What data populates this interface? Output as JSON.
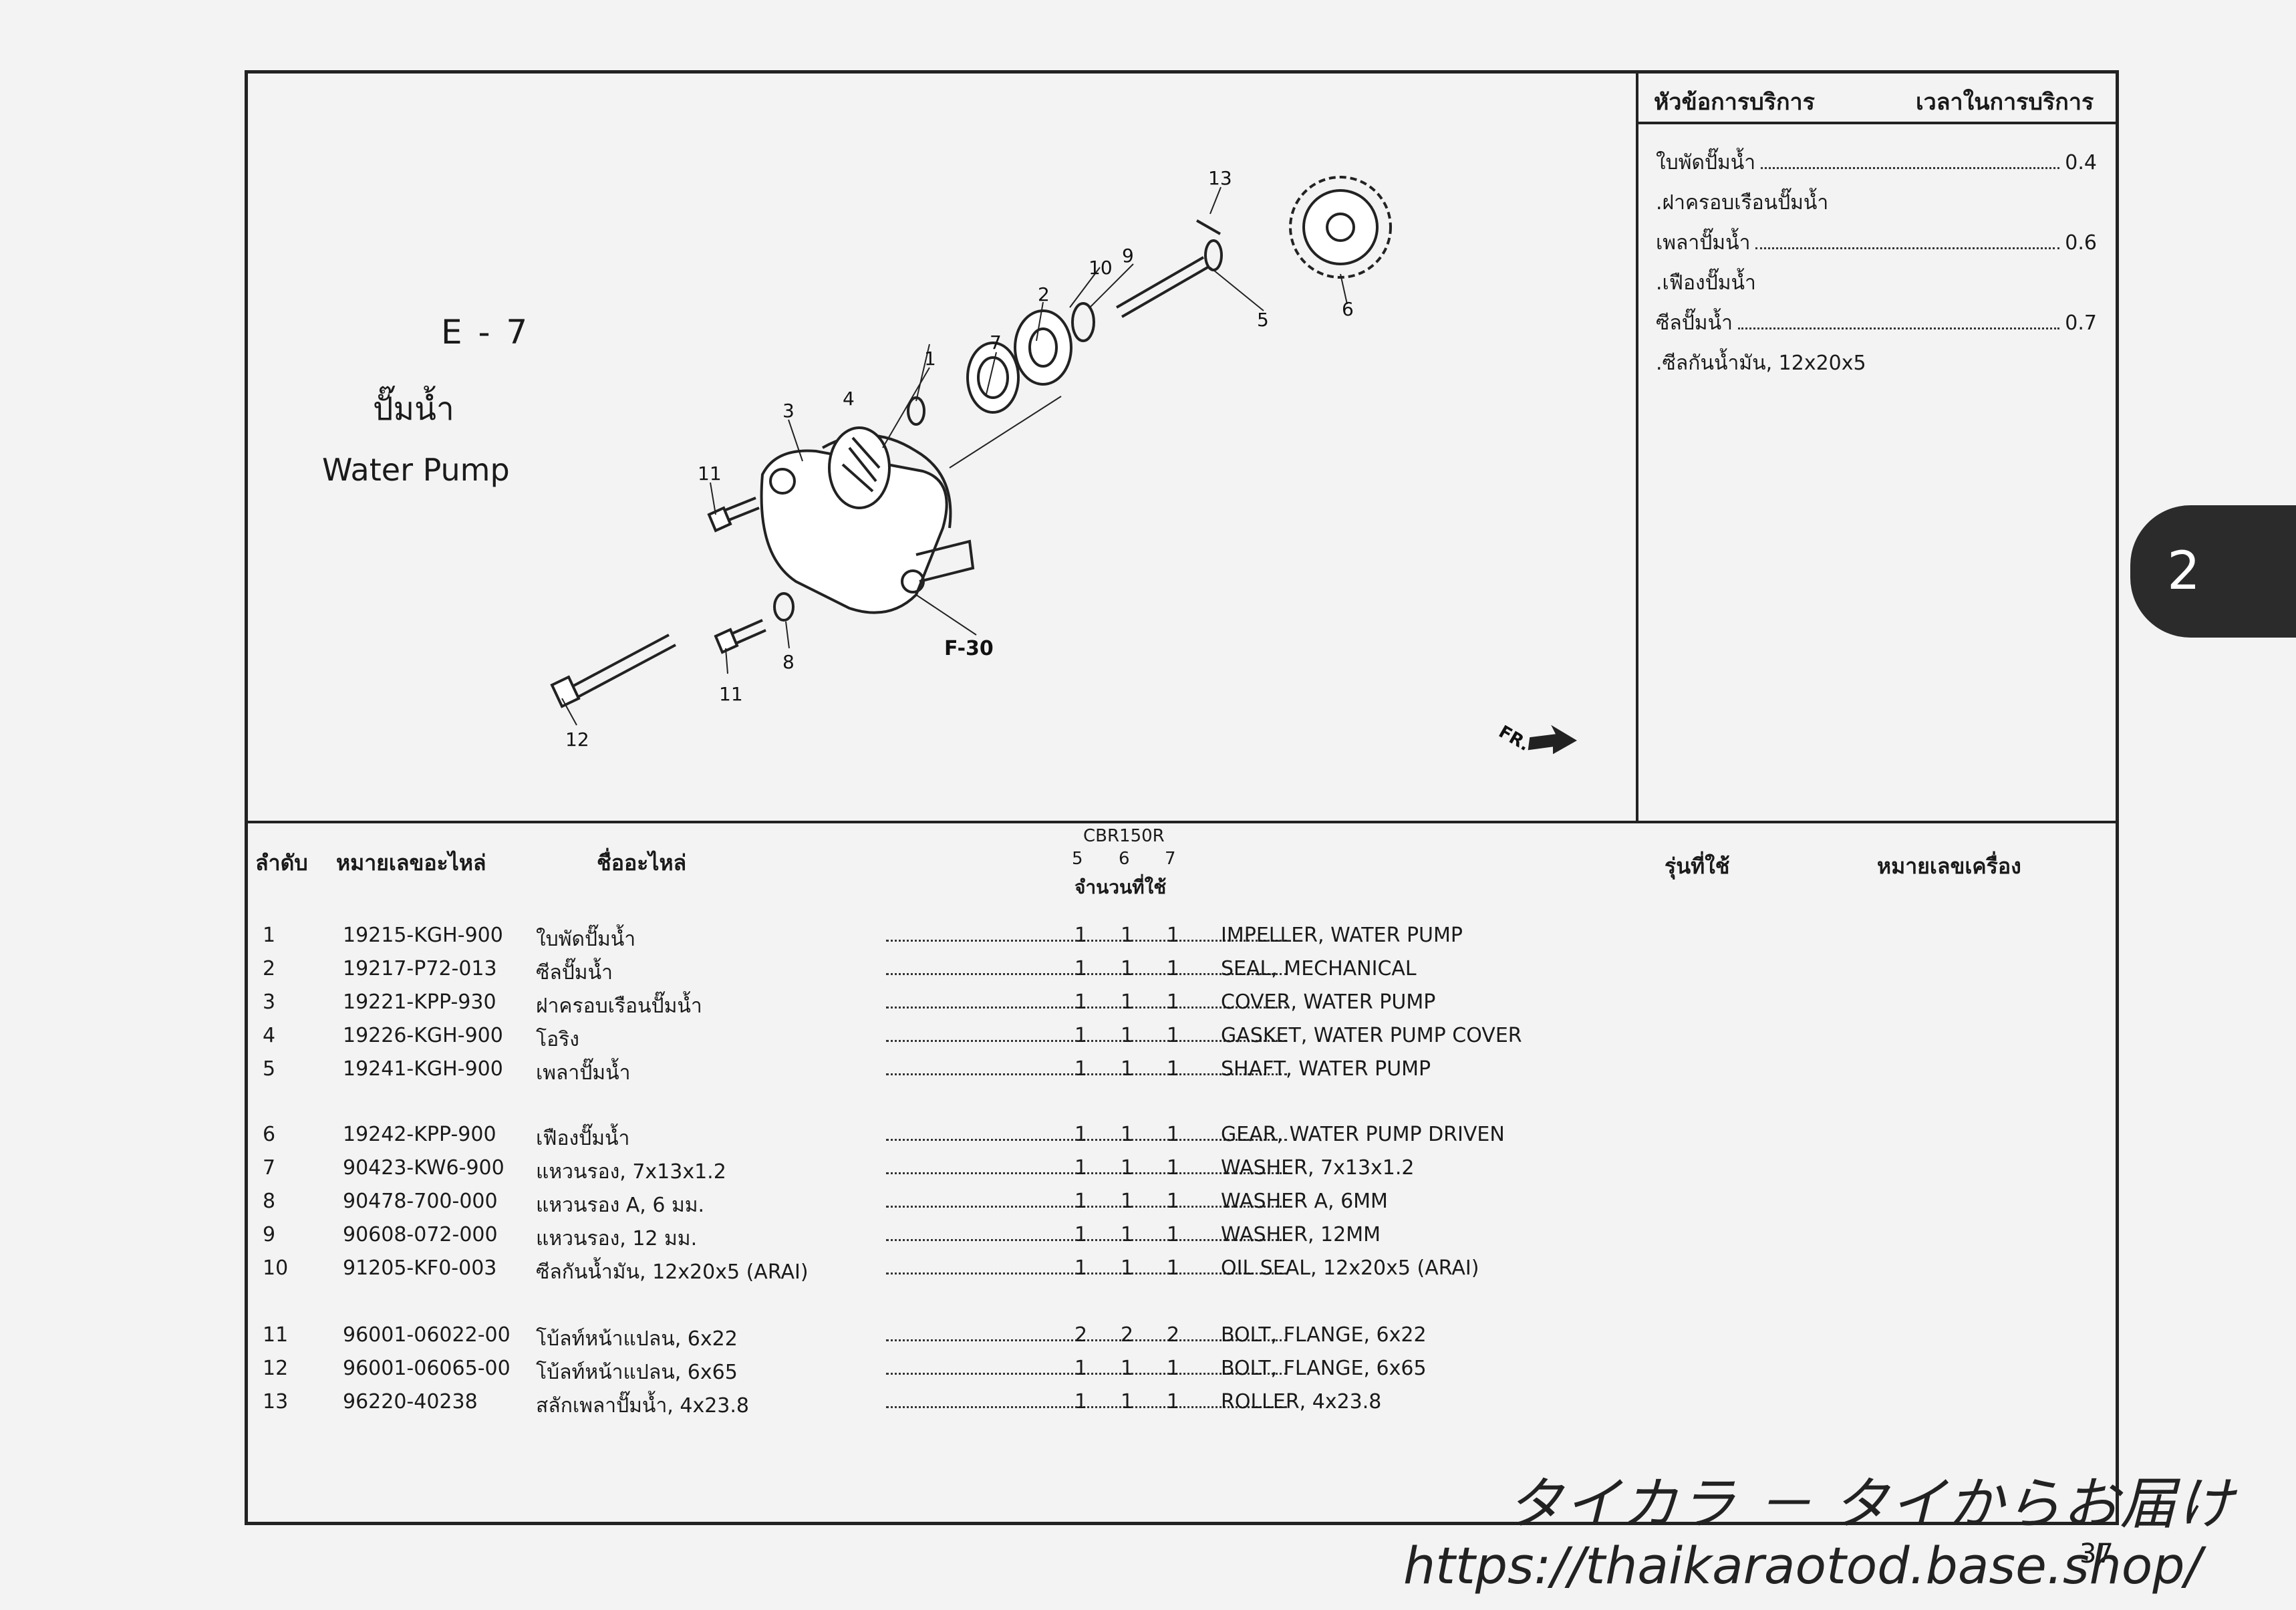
{
  "diagram": {
    "code": "E - 7",
    "title_th": "ปั๊มน้ำ",
    "title_en": "Water Pump",
    "ref": "F-30",
    "fr": "FR.",
    "callouts": [
      "13",
      "10",
      "9",
      "2",
      "5",
      "6",
      "7",
      "1",
      "3",
      "4",
      "11",
      "8",
      "11",
      "12"
    ]
  },
  "service": {
    "head_item": "หัวข้อการบริการ",
    "head_time": "เวลาในการบริการ",
    "rows": [
      {
        "label": "ใบพัดปั๊มน้ำ",
        "time": "0.4"
      },
      {
        "label": ".ฝาครอบเรือนปั๊มน้ำ",
        "time": ""
      },
      {
        "label": "เพลาปั๊มน้ำ",
        "time": "0.6"
      },
      {
        "label": ".เฟืองปั๊มน้ำ",
        "time": ""
      },
      {
        "label": "ซีลปั๊มน้ำ",
        "time": "0.7"
      },
      {
        "label": ".ซีลกันน้ำมัน, 12x20x5",
        "time": ""
      }
    ]
  },
  "section_tab": "2",
  "table": {
    "h_no": "ลำดับ",
    "h_partno": "หมายเลขอะไหล่",
    "h_name": "ชื่ออะไหล่",
    "h_model": "CBR150R",
    "h_cols": [
      "5",
      "6",
      "7"
    ],
    "h_qty": "จำนวนที่ใช้",
    "h_used": "รุ่นที่ใช้",
    "h_engine": "หมายเลขเครื่อง",
    "rows": [
      {
        "no": "1",
        "part": "19215-KGH-900",
        "th": "ใบพัดปั๊มน้ำ",
        "q": [
          "1",
          "1",
          "1"
        ],
        "en": "IMPELLER, WATER PUMP"
      },
      {
        "no": "2",
        "part": "19217-P72-013",
        "th": "ซีลปั๊มน้ำ",
        "q": [
          "1",
          "1",
          "1"
        ],
        "en": "SEAL, MECHANICAL"
      },
      {
        "no": "3",
        "part": "19221-KPP-930",
        "th": "ฝาครอบเรือนปั๊มน้ำ",
        "q": [
          "1",
          "1",
          "1"
        ],
        "en": "COVER, WATER PUMP"
      },
      {
        "no": "4",
        "part": "19226-KGH-900",
        "th": "โอริง",
        "q": [
          "1",
          "1",
          "1"
        ],
        "en": "GASKET, WATER PUMP COVER"
      },
      {
        "no": "5",
        "part": "19241-KGH-900",
        "th": "เพลาปั๊มน้ำ",
        "q": [
          "1",
          "1",
          "1"
        ],
        "en": "SHAFT, WATER PUMP"
      },
      {
        "no": "6",
        "part": "19242-KPP-900",
        "th": "เฟืองปั๊มน้ำ",
        "q": [
          "1",
          "1",
          "1"
        ],
        "en": "GEAR, WATER PUMP DRIVEN"
      },
      {
        "no": "7",
        "part": "90423-KW6-900",
        "th": "แหวนรอง, 7x13x1.2",
        "q": [
          "1",
          "1",
          "1"
        ],
        "en": "WASHER, 7x13x1.2"
      },
      {
        "no": "8",
        "part": "90478-700-000",
        "th": "แหวนรอง A, 6 มม.",
        "q": [
          "1",
          "1",
          "1"
        ],
        "en": "WASHER A, 6MM"
      },
      {
        "no": "9",
        "part": "90608-072-000",
        "th": "แหวนรอง, 12 มม.",
        "q": [
          "1",
          "1",
          "1"
        ],
        "en": "WASHER, 12MM"
      },
      {
        "no": "10",
        "part": "91205-KF0-003",
        "th": "ซีลกันน้ำมัน, 12x20x5 (ARAI)",
        "q": [
          "1",
          "1",
          "1"
        ],
        "en": "OIL SEAL, 12x20x5 (ARAI)"
      },
      {
        "no": "11",
        "part": "96001-06022-00",
        "th": "โบ้ลท์หน้าแปลน, 6x22",
        "q": [
          "2",
          "2",
          "2"
        ],
        "en": "BOLT, FLANGE, 6x22"
      },
      {
        "no": "12",
        "part": "96001-06065-00",
        "th": "โบ้ลท์หน้าแปลน, 6x65",
        "q": [
          "1",
          "1",
          "1"
        ],
        "en": "BOLT, FLANGE, 6x65"
      },
      {
        "no": "13",
        "part": "96220-40238",
        "th": "สลักเพลาปั๊มน้ำ, 4x23.8",
        "q": [
          "1",
          "1",
          "1"
        ],
        "en": "ROLLER, 4x23.8"
      }
    ]
  },
  "watermark": {
    "line1": "タイカラ － タイからお届け",
    "line2": "https://thaikaraotod.base.shop/"
  },
  "page_number": "37"
}
